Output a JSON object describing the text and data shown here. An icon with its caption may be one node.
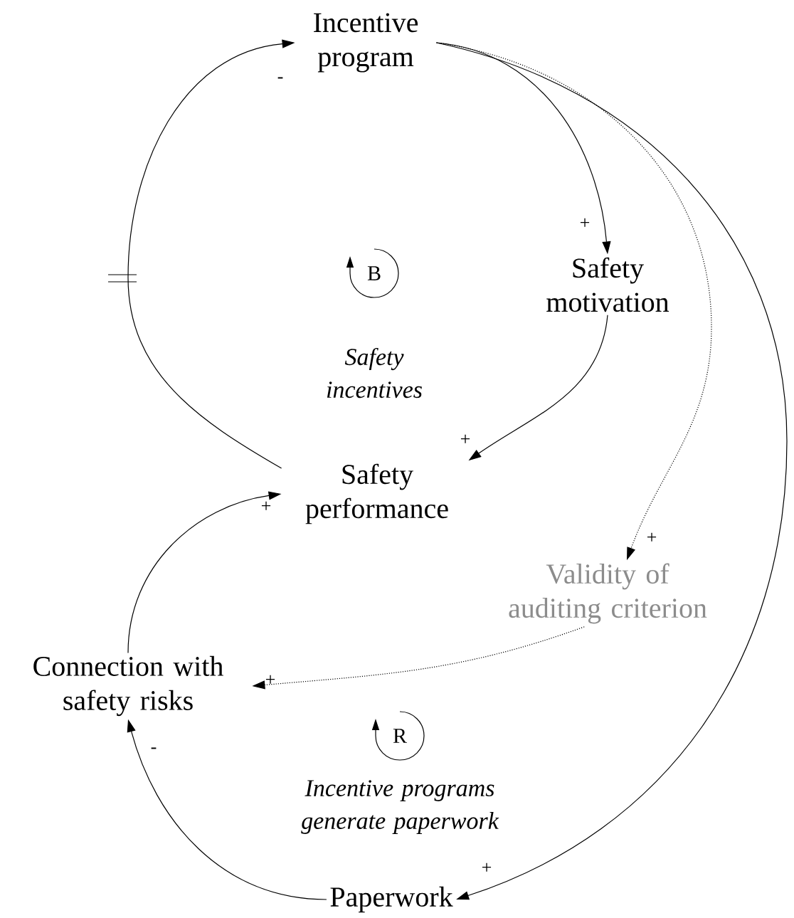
{
  "diagram": {
    "nodes": [
      {
        "text": [
          "Incentive program"
        ]
      },
      {
        "text": [
          "Safety motivation"
        ]
      },
      {
        "text": [
          "Safety performance"
        ]
      },
      {
        "text": [
          "Validity of auditing criterion"
        ]
      },
      {
        "text": [
          "Connection with safety risks"
        ]
      },
      {
        "text": [
          "Paperwork"
        ]
      }
    ],
    "edges": [
      {
        "from": 0,
        "to": 1,
        "arrow": "to",
        "label": "+"
      },
      {
        "from": 1,
        "to": 2,
        "arrow": "to",
        "label": "+"
      },
      {
        "from": 2,
        "to": 0,
        "arrow": "to",
        "label": "-"
      },
      {
        "from": 0,
        "to": 3,
        "arrow": "to",
        "label": "+",
        "style": "dashed"
      },
      {
        "from": 3,
        "to": 4,
        "arrow": "to",
        "label": "+",
        "style": "dashed"
      },
      {
        "from": 0,
        "to": 5,
        "arrow": "to",
        "label": "+"
      },
      {
        "from": 5,
        "to": 4,
        "arrow": "to",
        "label": "-"
      },
      {
        "from": 4,
        "to": 2,
        "arrow": "to",
        "label": "+"
      }
    ],
    "labels": [
      "B",
      "Safety incentives",
      "R",
      "Incentive programs generate paperwork"
    ]
  }
}
